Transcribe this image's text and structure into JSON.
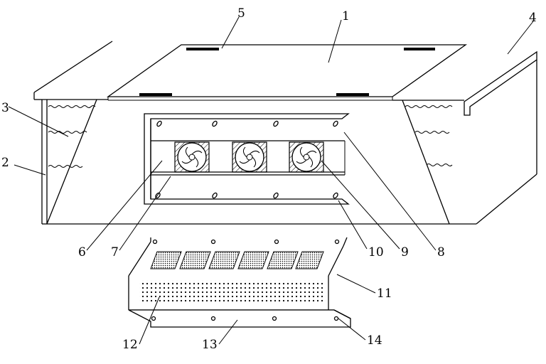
{
  "callouts": [
    {
      "id": "c1",
      "text": "1"
    },
    {
      "id": "c2",
      "text": "2"
    },
    {
      "id": "c3",
      "text": "3"
    },
    {
      "id": "c4",
      "text": "4"
    },
    {
      "id": "c5",
      "text": "5"
    },
    {
      "id": "c6",
      "text": "6"
    },
    {
      "id": "c7",
      "text": "7"
    },
    {
      "id": "c8",
      "text": "8"
    },
    {
      "id": "c9",
      "text": "9"
    },
    {
      "id": "c10",
      "text": "10"
    },
    {
      "id": "c11",
      "text": "11"
    },
    {
      "id": "c12",
      "text": "12"
    },
    {
      "id": "c13",
      "text": "13"
    },
    {
      "id": "c14",
      "text": "14"
    }
  ],
  "fan_count": 3,
  "grille_window_count": 6,
  "spring_rows": 3
}
